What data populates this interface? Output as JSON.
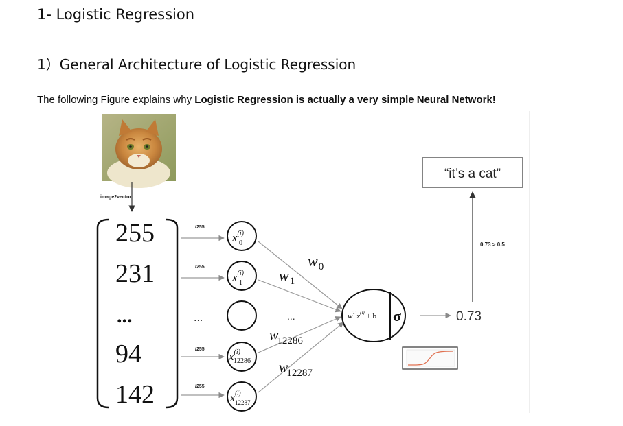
{
  "doc": {
    "h1": "1- Logistic Regression",
    "h2": "1）General Architecture of Logistic Regression",
    "intro_plain": "The following Figure explains why ",
    "intro_bold": "Logistic Regression is actually a very simple Neural Network!"
  },
  "figure": {
    "image2vector_label": "image2vector",
    "vector_values": [
      "255",
      "231",
      "...",
      "94",
      "142"
    ],
    "scale_labels": [
      "/255",
      "/255",
      "/255",
      "/255"
    ],
    "inputs": [
      {
        "base": "x",
        "sup": "(i)",
        "sub": "0"
      },
      {
        "base": "x",
        "sup": "(i)",
        "sub": "1"
      },
      {
        "base": "",
        "sup": "",
        "sub": ""
      },
      {
        "base": "x",
        "sup": "(i)",
        "sub": "12286"
      },
      {
        "base": "x",
        "sup": "(i)",
        "sub": "12287"
      }
    ],
    "weights": [
      {
        "base": "w",
        "sub": "0"
      },
      {
        "base": "w",
        "sub": "1"
      },
      {
        "base": "w",
        "sub": "12286"
      },
      {
        "base": "w",
        "sub": "12287"
      }
    ],
    "linear_label": "w",
    "linear_sup_T": "T",
    "linear_x": "x",
    "linear_sup_i": "(i)",
    "linear_rest": " + b",
    "sigma_label": "σ",
    "output_value": "0.73",
    "threshold_label": "0.73 > 0.5",
    "prediction_label": "“it’s a cat”",
    "ellipsis": "...",
    "colors": {
      "arrow": "#9a9a9a",
      "text": "#111111",
      "sigmoid_curve": "#e07050",
      "cat_orange": "#c9863e",
      "cat_bg": "#a8b070"
    }
  }
}
